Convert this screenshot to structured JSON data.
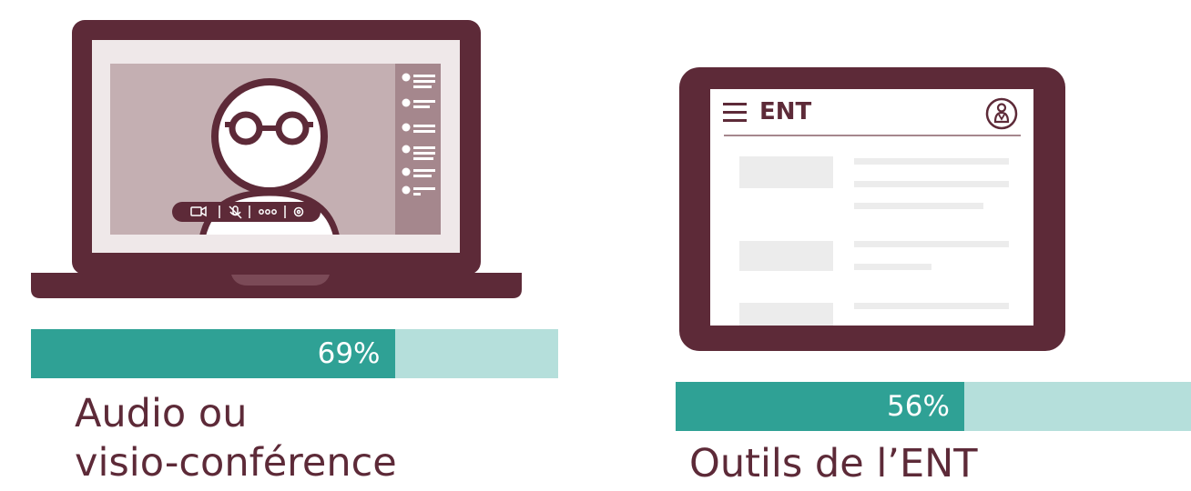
{
  "colors": {
    "accent_dark": "#5d2a38",
    "bar_fill": "#2fa195",
    "bar_track": "#b5dfdb",
    "screen_video": "#c4afb2",
    "screen_sidebar": "#a5878d",
    "placeholder": "#ececec"
  },
  "stats": [
    {
      "id": "visio",
      "value_label": "69%",
      "fraction": 0.69,
      "label_lines": [
        "Audio ou",
        "visio-conférence"
      ],
      "icon": "laptop-videoconference-icon"
    },
    {
      "id": "ent",
      "value_label": "56%",
      "fraction": 0.56,
      "label_lines": [
        "Outils de l’ENT"
      ],
      "icon": "tablet-ent-icon"
    }
  ],
  "tablet": {
    "header_title": "ENT",
    "menu_icon": "hamburger-menu-icon",
    "profile_icon": "user-profile-icon"
  },
  "laptop": {
    "toolbar_icons": [
      "camera-icon",
      "mic-off-icon",
      "more-icon",
      "settings-icon"
    ]
  }
}
